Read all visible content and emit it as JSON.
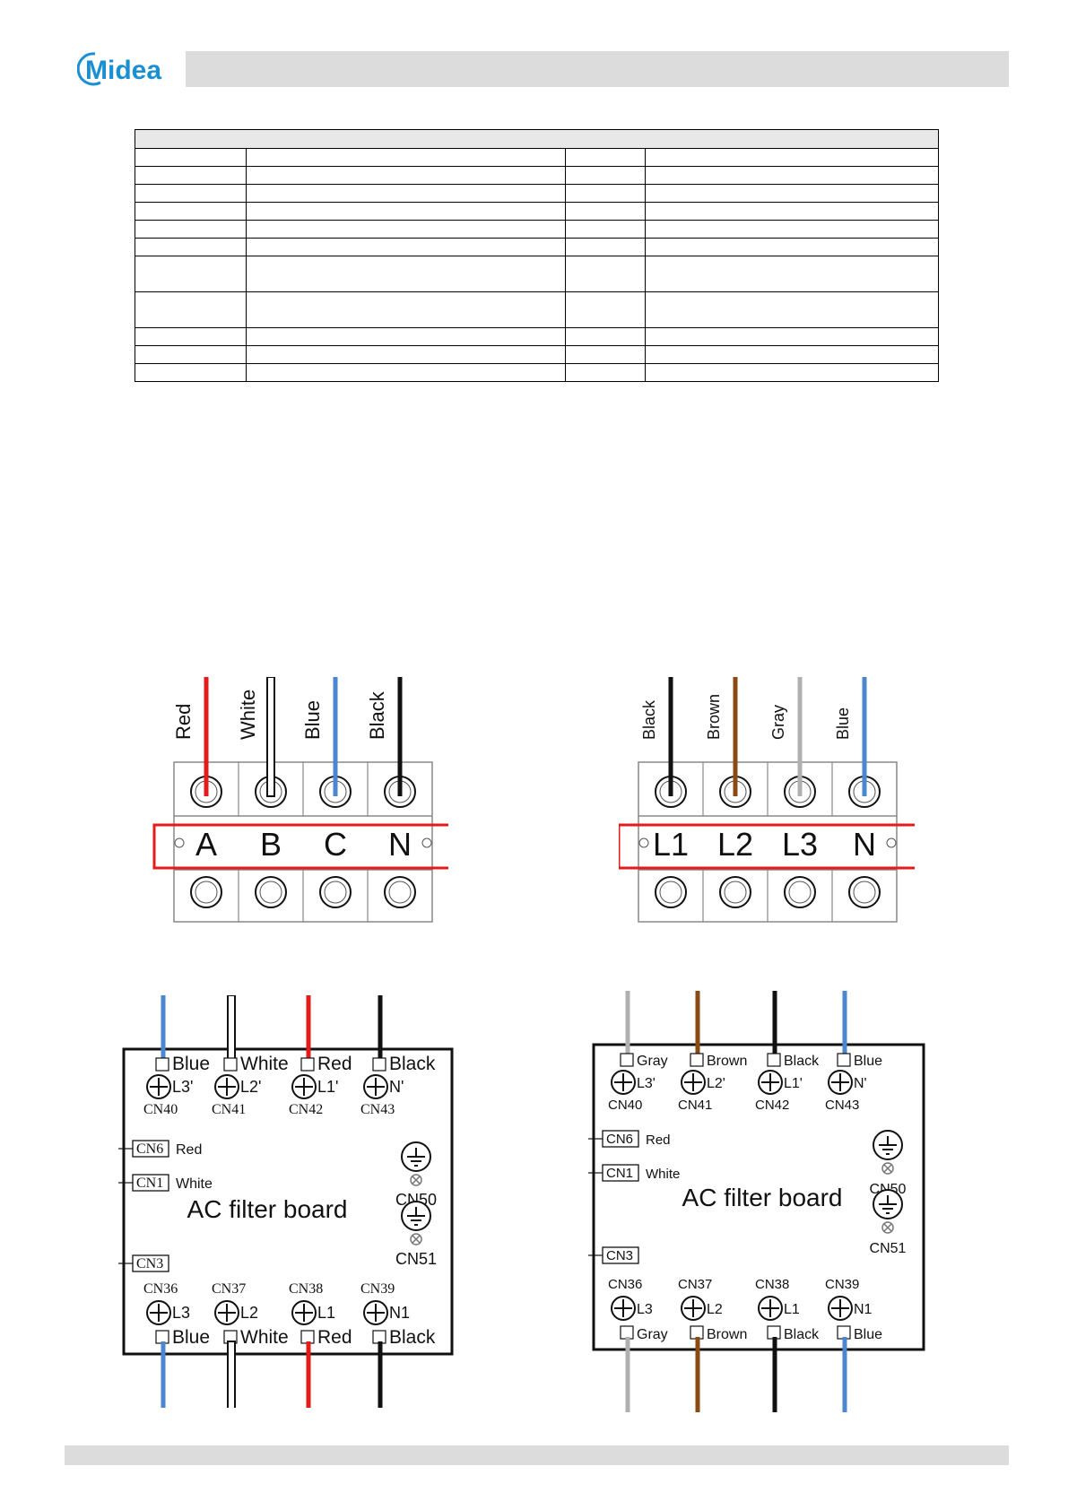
{
  "brand": {
    "logo_text": "Midea",
    "logo_color": "#1a8fd2"
  },
  "table": {
    "row_heights": [
      20,
      20,
      20,
      20,
      20,
      20,
      40,
      40,
      20,
      20,
      20,
      20
    ]
  },
  "diagrams": {
    "terminal_left": {
      "wires": [
        {
          "label": "Red",
          "color": "#e31b1b"
        },
        {
          "label": "White",
          "color": "#ffffff"
        },
        {
          "label": "Blue",
          "color": "#4a87cf"
        },
        {
          "label": "Black",
          "color": "#111111"
        }
      ],
      "terminals": [
        "A",
        "B",
        "C",
        "N"
      ]
    },
    "terminal_right": {
      "wires": [
        {
          "label": "Black",
          "color": "#111111"
        },
        {
          "label": "Brown",
          "color": "#8b4a12"
        },
        {
          "label": "Gray",
          "color": "#b0b0b0"
        },
        {
          "label": "Blue",
          "color": "#4a87cf"
        }
      ],
      "terminals": [
        "L1",
        "L2",
        "L3",
        "N"
      ]
    },
    "filter_left": {
      "title": "AC filter board",
      "top_ports": [
        {
          "color": "Blue",
          "terminal": "L3'",
          "cn": "CN40",
          "hex": "#4a87cf"
        },
        {
          "color": "White",
          "terminal": "L2'",
          "cn": "CN41",
          "hex": "#ffffff"
        },
        {
          "color": "Red",
          "terminal": "L1'",
          "cn": "CN42",
          "hex": "#e31b1b"
        },
        {
          "color": "Black",
          "terminal": "N'",
          "cn": "CN43",
          "hex": "#111111"
        }
      ],
      "bottom_ports": [
        {
          "color": "Blue",
          "terminal": "L3",
          "cn": "CN36",
          "hex": "#4a87cf"
        },
        {
          "color": "White",
          "terminal": "L2",
          "cn": "CN37",
          "hex": "#ffffff"
        },
        {
          "color": "Red",
          "terminal": "L1",
          "cn": "CN38",
          "hex": "#e31b1b"
        },
        {
          "color": "Black",
          "terminal": "N1",
          "cn": "CN39",
          "hex": "#111111"
        }
      ],
      "side": [
        {
          "cn": "CN6",
          "label": "Red"
        },
        {
          "cn": "CN1",
          "label": "White"
        },
        {
          "cn": "CN3",
          "label": ""
        }
      ],
      "ground": [
        "CN50",
        "CN51"
      ]
    },
    "filter_right": {
      "title": "AC filter board",
      "top_ports": [
        {
          "color": "Gray",
          "terminal": "L3'",
          "cn": "CN40",
          "hex": "#b0b0b0"
        },
        {
          "color": "Brown",
          "terminal": "L2'",
          "cn": "CN41",
          "hex": "#8b4a12"
        },
        {
          "color": "Black",
          "terminal": "L1'",
          "cn": "CN42",
          "hex": "#111111"
        },
        {
          "color": "Blue",
          "terminal": "N'",
          "cn": "CN43",
          "hex": "#4a87cf"
        }
      ],
      "bottom_ports": [
        {
          "color": "Gray",
          "terminal": "L3",
          "cn": "CN36",
          "hex": "#b0b0b0"
        },
        {
          "color": "Brown",
          "terminal": "L2",
          "cn": "CN37",
          "hex": "#8b4a12"
        },
        {
          "color": "Black",
          "terminal": "L1",
          "cn": "CN38",
          "hex": "#111111"
        },
        {
          "color": "Blue",
          "terminal": "N1",
          "cn": "CN39",
          "hex": "#4a87cf"
        }
      ],
      "side": [
        {
          "cn": "CN6",
          "label": "Red"
        },
        {
          "cn": "CN1",
          "label": "White"
        },
        {
          "cn": "CN3",
          "label": ""
        }
      ],
      "ground": [
        "CN50",
        "CN51"
      ]
    }
  }
}
